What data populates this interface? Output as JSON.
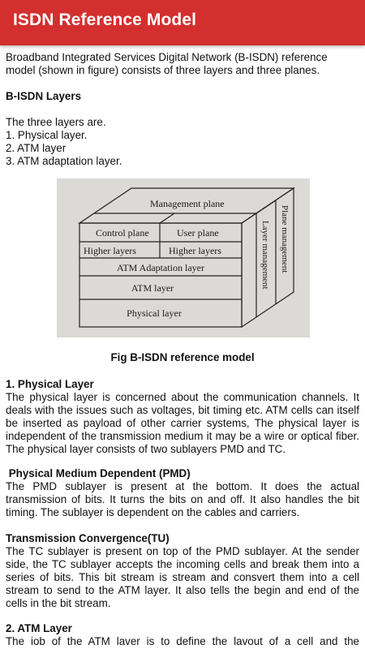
{
  "app_bar": {
    "title": "ISDN Reference Model",
    "color": "#d32f2f"
  },
  "intro": {
    "text": "Broadband Integrated Services Digital Network (B-ISDN) reference model (shown in figure) consists of three layers and three planes."
  },
  "layers_section": {
    "heading": "B-ISDN Layers",
    "lead": "The three layers are.",
    "items": [
      "1. Physical layer.",
      "2. ATM layer",
      "3. ATM adaptation layer."
    ]
  },
  "figure": {
    "labels": {
      "management_plane": "Management plane",
      "control_plane": "Control plane",
      "user_plane": "User plane",
      "higher_layers_left": "Higher layers",
      "higher_layers_right": "Higher layers",
      "atm_adaptation_layer": "ATM Adaptation layer",
      "atm_layer": "ATM layer",
      "physical_layer": "Physical layer",
      "layer_management": "Layer management",
      "plane_management": "Plane management"
    },
    "caption": "Fig B-ISDN reference model"
  },
  "sections": [
    {
      "heading": "1. Physical Layer",
      "body": "The physical layer is concerned about the communication channels. It deals with the issues such as voltages, bit timing etc. ATM cells can itself be inserted as payload of other carrier systems, The physical layer is independent of the transmission medium it may be a wire or optical fiber. The physical layer consists of two sublayers PMD and TC."
    },
    {
      "heading": " Physical Medium Dependent (PMD)",
      "body": "The PMD sublayer is present at the bottom. It does the actual transmission of bits. It turns the bits on and off. It also handles the bit timing. The sublayer is dependent on the cables and carriers."
    },
    {
      "heading": "Transmission Convergence(TU)",
      "body": "The TC sublayer is present on top of the PMD sublayer. At the sender side, the TC sublayer accepts the incoming cells and break them into a series of bits. This bit stream is stream and consvert them into a cell stream to send to the ATM layer. It also tells the begin and end of the cells in the bit stream."
    },
    {
      "heading": "2. ATM Layer",
      "body": "The iob of the ATM laver is to define the lavout of a cell and the"
    }
  ]
}
